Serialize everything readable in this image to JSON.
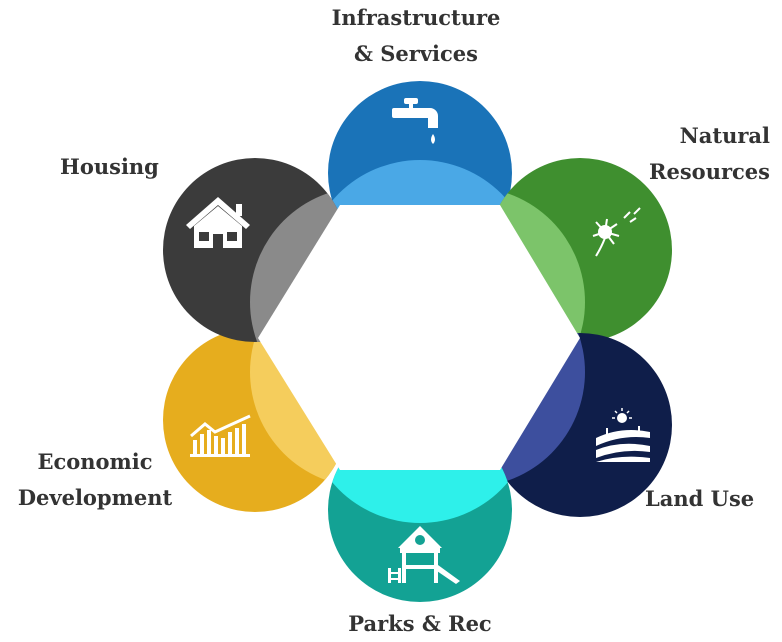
{
  "diagram": {
    "segments": [
      {
        "key": "infra",
        "lines": [
          "Infrastructure",
          "& Services"
        ],
        "color": "#1a73b8",
        "inner_color": "#4aa8e6",
        "icon": "faucet-icon"
      },
      {
        "key": "natural",
        "lines": [
          "Natural",
          "Resources"
        ],
        "color": "#3f8f2f",
        "inner_color": "#7cc46a",
        "icon": "dandelion-icon"
      },
      {
        "key": "land",
        "lines": [
          "Land Use"
        ],
        "color": "#0f1e4a",
        "inner_color": "#3d4f9e",
        "icon": "farmland-icon"
      },
      {
        "key": "parks",
        "lines": [
          "Parks & Rec"
        ],
        "color": "#13a294",
        "inner_color": "#2ef0ea",
        "icon": "playground-icon"
      },
      {
        "key": "econ",
        "lines": [
          "Economic",
          "Development"
        ],
        "color": "#e6ad1e",
        "inner_color": "#f5cd5c",
        "icon": "growth-chart-icon"
      },
      {
        "key": "housing",
        "lines": [
          "Housing"
        ],
        "color": "#3b3b3b",
        "inner_color": "#8a8a8a",
        "icon": "house-icon"
      }
    ]
  }
}
